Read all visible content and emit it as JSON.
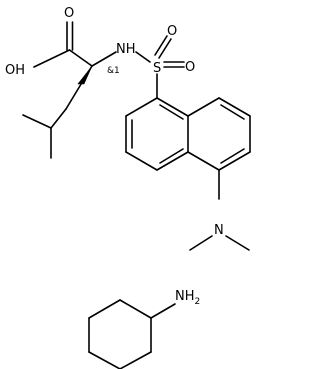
{
  "molecule": {
    "atoms": {
      "oxygen_carbonyl": "O",
      "hydroxyl": "OH",
      "amine_nh": "NH",
      "sulfur": "S",
      "oxygen_sulfonyl_top": "O",
      "oxygen_sulfonyl_right": "O",
      "dimethylamino_n": "N",
      "stereo_label": "&1",
      "cyclohexylamine_n": "NH",
      "cyclohexylamine_sub": "2"
    }
  }
}
